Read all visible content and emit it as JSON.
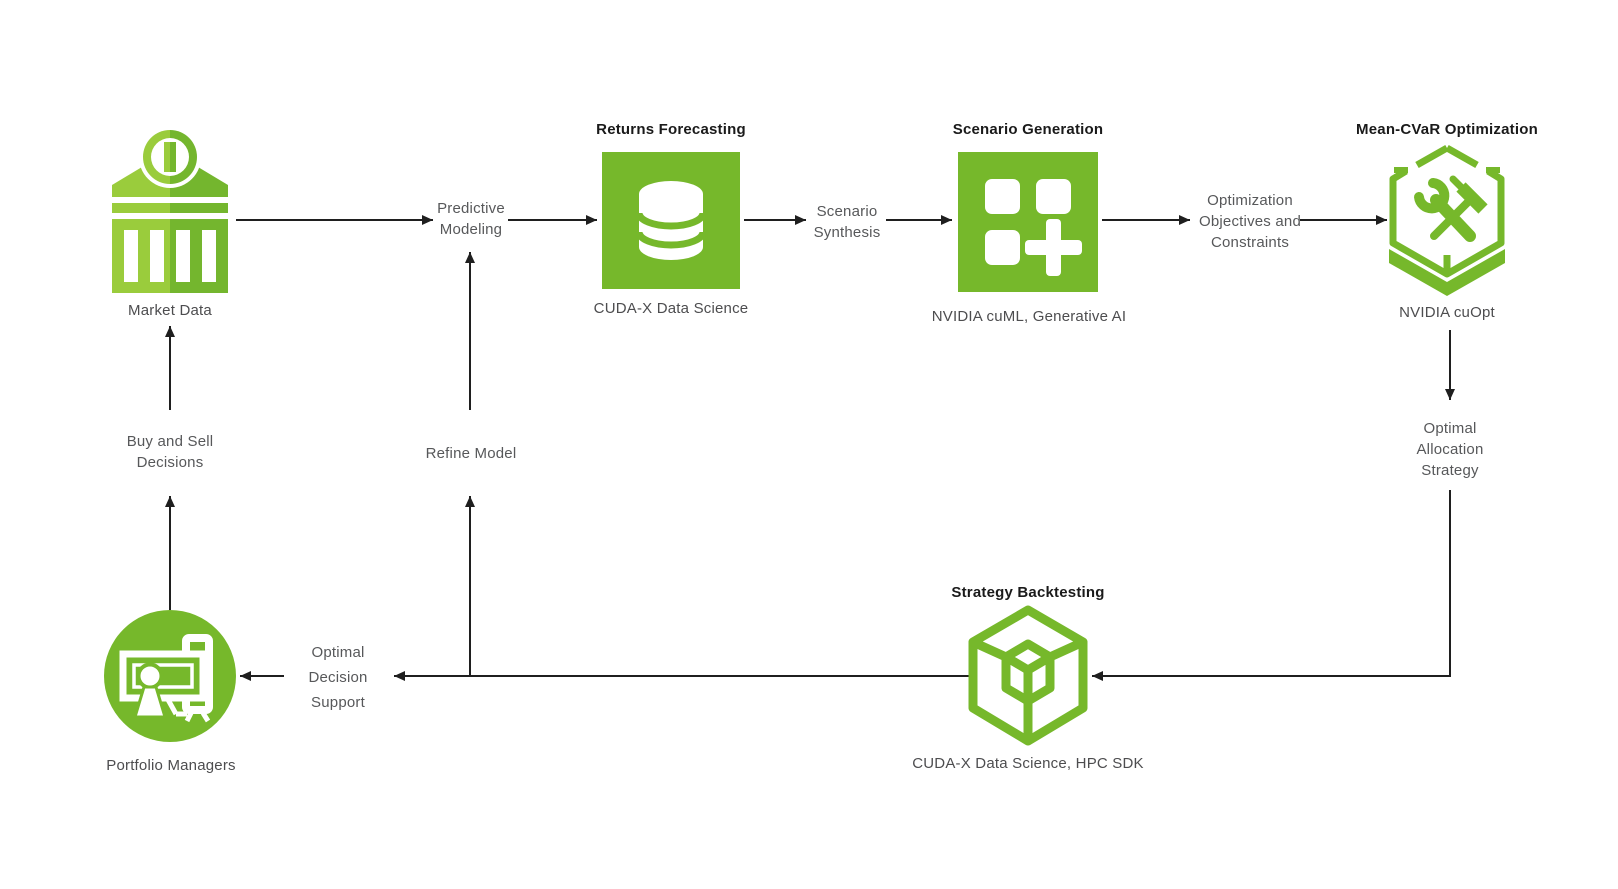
{
  "diagram_type": "workflow-flowchart",
  "colors": {
    "nvidia_green": "#76b82b",
    "green_light": "#9acc3c",
    "green_dark": "#74b62e",
    "connector": "#1f1f1f",
    "title_text": "#1a1a1a",
    "label_text": "#57585a",
    "caption_text": "#4d4d4f",
    "background": "#ffffff"
  },
  "nodes": {
    "market_data": {
      "label": "Market Data",
      "icon": "bank-coin-icon"
    },
    "returns_forecasting": {
      "title": "Returns Forecasting",
      "caption": "CUDA-X Data Science",
      "icon": "database-icon"
    },
    "scenario_generation": {
      "title": "Scenario Generation",
      "caption": "NVIDIA cuML, Generative AI",
      "icon": "modules-plus-icon"
    },
    "mean_cvar_optimization": {
      "title": "Mean-CVaR Optimization",
      "caption": "NVIDIA cuOpt",
      "icon": "hexagon-tools-icon"
    },
    "strategy_backtesting": {
      "title": "Strategy Backtesting",
      "caption": "CUDA-X Data Science, HPC SDK",
      "icon": "nested-cube-icon"
    },
    "portfolio_managers": {
      "label": "Portfolio Managers",
      "icon": "presenter-screen-icon"
    }
  },
  "flow_labels": {
    "predictive_modeling": {
      "lines": [
        "Predictive",
        "Modeling"
      ]
    },
    "scenario_synthesis": {
      "lines": [
        "Scenario",
        "Synthesis"
      ]
    },
    "optimization_objectives": {
      "lines": [
        "Optimization",
        "Objectives and",
        "Constraints"
      ]
    },
    "optimal_allocation": {
      "lines": [
        "Optimal",
        "Allocation",
        "Strategy"
      ]
    },
    "optimal_decision_support": {
      "lines": [
        "Optimal",
        "Decision",
        "Support"
      ]
    },
    "refine_model": {
      "lines": [
        "Refine Model"
      ]
    },
    "buy_and_sell": {
      "lines": [
        "Buy and Sell",
        "Decisions"
      ]
    }
  }
}
